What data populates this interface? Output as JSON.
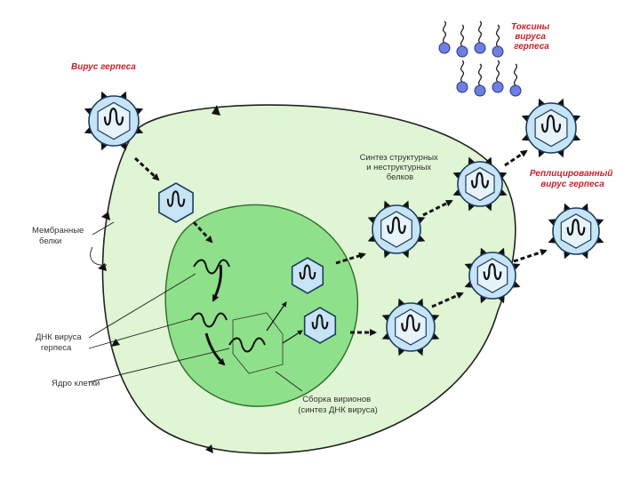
{
  "colors": {
    "cytoplasm": "#dff5d3",
    "nucleus": "#8fe08a",
    "virion": "#c7e4f5",
    "virion_stroke": "#1b3d63",
    "spike": "#111111",
    "toxin": "#6f7fe0",
    "label_red": "#c8202a",
    "label_dark": "#333333"
  },
  "labels": {
    "herpes_virus": "Вирус герпеса",
    "membrane_proteins": [
      "Мембранные",
      "белки"
    ],
    "viral_dna": [
      "ДНК вируса",
      "герпеса"
    ],
    "cell_nucleus": "Ядро клетки",
    "protein_synthesis": [
      "Синтез структурных",
      "и неструктурных",
      "белков"
    ],
    "virion_assembly": [
      "Сборка вирионов",
      "(синтез ДНК вируса)"
    ],
    "toxins": [
      "Токсины",
      "вируса",
      "герпеса"
    ],
    "replicated_virus": [
      "Реплицированный",
      "вирус герпеса"
    ]
  },
  "icons": {
    "virion": "spiked-virion-icon",
    "capsid": "hexagonal-capsid-icon",
    "toxin": "toxin-molecule-icon",
    "arrow": "dashed-arrow-icon"
  }
}
